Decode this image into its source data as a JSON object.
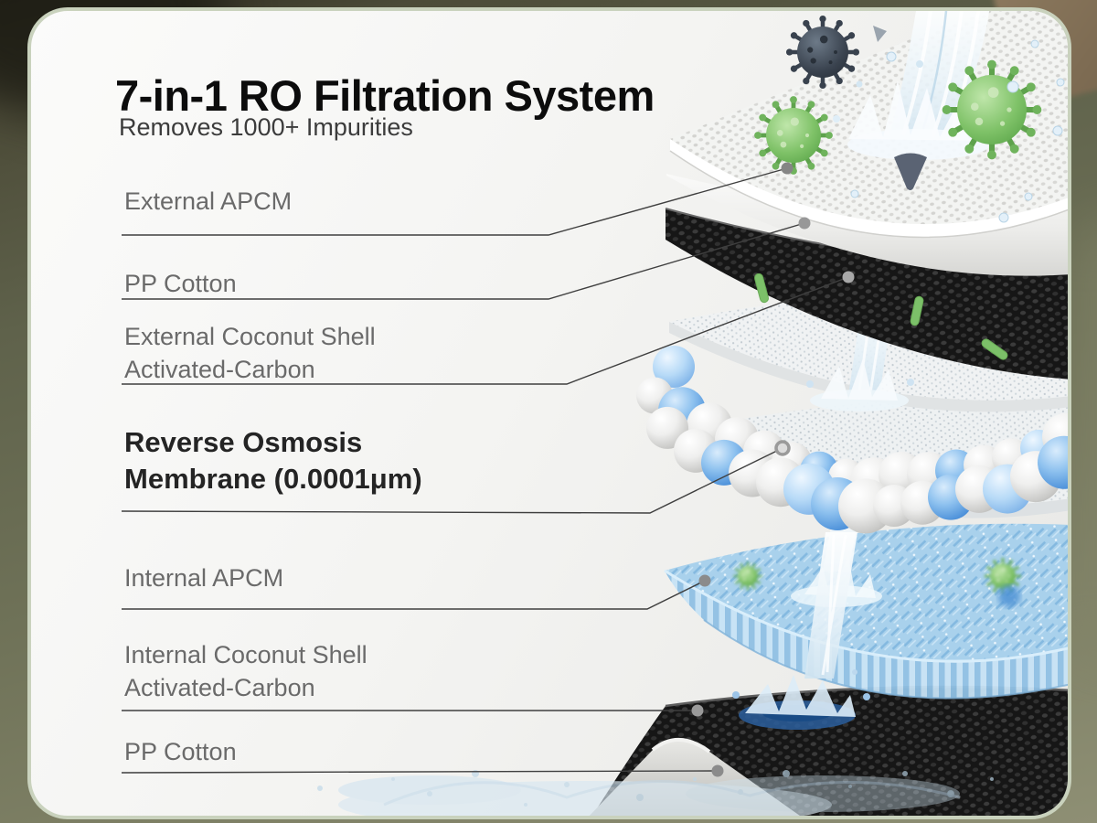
{
  "page": {
    "title": "7-in-1 RO Filtration System",
    "subtitle": "Removes 1000+ Impurities"
  },
  "labels": [
    {
      "id": "external-apcm",
      "text": "External APCM",
      "emphasis": false
    },
    {
      "id": "pp-cotton-top",
      "text": "PP Cotton",
      "emphasis": false
    },
    {
      "id": "external-coconut",
      "text": "External Coconut Shell Activated-Carbon",
      "emphasis": false
    },
    {
      "id": "ro-membrane",
      "text": "Reverse Osmosis Membrane (0.0001μm)",
      "emphasis": true
    },
    {
      "id": "internal-apcm",
      "text": "Internal APCM",
      "emphasis": false
    },
    {
      "id": "internal-coconut",
      "text": "Internal Coconut Shell Activated-Carbon",
      "emphasis": false
    },
    {
      "id": "pp-cotton-bottom",
      "text": "PP Cotton",
      "emphasis": false
    }
  ],
  "illustration": {
    "icons": [
      "water-stream-icon",
      "virus-green-icon",
      "virus-dark-icon",
      "bacteria-rod-icon",
      "sediment-cone-icon",
      "membrane-ball-icon"
    ]
  },
  "colors": {
    "backdrop_olive": "#65684f",
    "backdrop_dark": "#2c2b1f",
    "card_background": "#f5f5f3",
    "card_border": "#c9d2bd",
    "title_text": "#0c0c0c",
    "label_gray": "#6a6a6a",
    "emphasis_text": "#242424",
    "leader_line": "#3f3f3f",
    "membrane_ball_blue": "#4e92da",
    "apcm_layer_blue": "#a9d1ec",
    "carbon_black": "#161616",
    "virus_green": "#7fc268"
  }
}
